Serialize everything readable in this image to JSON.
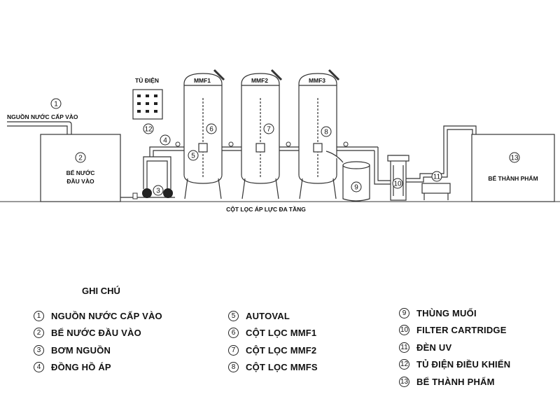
{
  "labels": {
    "source_water": "NGUỒN NƯỚC CẤP VÀO",
    "inlet_tank_l1": "BỂ NƯỚC",
    "inlet_tank_l2": "ĐẦU VÀO",
    "control_cabinet": "TỦ ĐIỆN",
    "product_tank": "BỂ THÀNH PHẨM",
    "filter_system": "CỘT LỌC ÁP LỰC ĐA TẦNG",
    "mmf1": "MMF1",
    "mmf2": "MMF2",
    "mmf3": "MMF3"
  },
  "markers": {
    "m1": "1",
    "m2": "2",
    "m3": "3",
    "m4": "4",
    "m5": "5",
    "m6": "6",
    "m7": "7",
    "m8": "8",
    "m9": "9",
    "m10": "10",
    "m11": "11",
    "m12": "12",
    "m13": "13"
  },
  "legend": {
    "title": "GHI CHÚ",
    "col1": [
      {
        "num": "1",
        "text": "NGUỒN NƯỚC CẤP VÀO"
      },
      {
        "num": "2",
        "text": "BỂ NƯỚC ĐẦU VÀO"
      },
      {
        "num": "3",
        "text": "BƠM NGUỒN"
      },
      {
        "num": "4",
        "text": "ĐỒNG HỒ ÁP"
      }
    ],
    "col2": [
      {
        "num": "5",
        "text": "AUTOVAL"
      },
      {
        "num": "6",
        "text": "CỘT LỌC MMF1"
      },
      {
        "num": "7",
        "text": "CỘT LỌC MMF2"
      },
      {
        "num": "8",
        "text": "CỘT LỌC MMFS"
      }
    ],
    "col3": [
      {
        "num": "9",
        "text": "THÙNG MUỐI"
      },
      {
        "num": "10",
        "text": "FILTER CARTRIDGE"
      },
      {
        "num": "11",
        "text": "ĐÈN UV"
      },
      {
        "num": "12",
        "text": "TỦ ĐIỆN ĐIỀU KHIỂN"
      },
      {
        "num": "13",
        "text": "BỂ THÀNH PHẨM"
      }
    ]
  }
}
